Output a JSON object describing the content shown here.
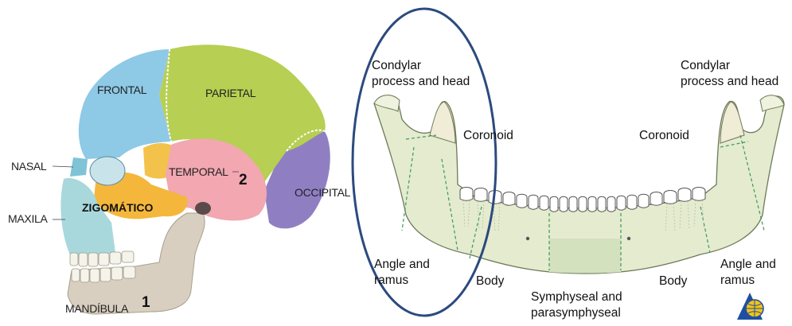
{
  "skull": {
    "labels": {
      "frontal": "FRONTAL",
      "parietal": "PARIETAL",
      "nasal": "NASAL",
      "temporal": "TEMPORAL",
      "occipital": "OCCIPITAL",
      "maxila": "MAXILA",
      "zigomatico": "ZIGOMÁTICO",
      "mandibula": "MANDÍBULA"
    },
    "markers": {
      "one": "1",
      "two": "2"
    },
    "colors": {
      "frontal": "#8ec9e6",
      "parietal": "#b7cf52",
      "temporal": "#f2a7b1",
      "occipital": "#8f7fc2",
      "zygomatic": "#f4b73c",
      "sphenoid": "#f3c24b",
      "maxilla": "#a8d8dc",
      "mandible": "#d9cfc0",
      "nasal": "#7fc3d6"
    }
  },
  "mandible": {
    "labels": {
      "condylar_left": [
        "Condylar",
        "process and head"
      ],
      "condylar_right": [
        "Condylar",
        "process and head"
      ],
      "coronoid_left": "Coronoid",
      "coronoid_right": "Coronoid",
      "angle_left": [
        "Angle and",
        "ramus"
      ],
      "angle_right": [
        "Angle and",
        "ramus"
      ],
      "body_left": "Body",
      "body_right": "Body",
      "symphyseal": [
        "Symphyseal and",
        "parasymphyseal"
      ]
    },
    "colors": {
      "bone": "#e4ebcf",
      "bone_stroke": "#6d7a5a",
      "dashed": "#3a9a5a",
      "highlight_ellipse": "#2c4a7e",
      "logo_blue": "#1f4fa0",
      "logo_yellow": "#f2c318"
    }
  }
}
